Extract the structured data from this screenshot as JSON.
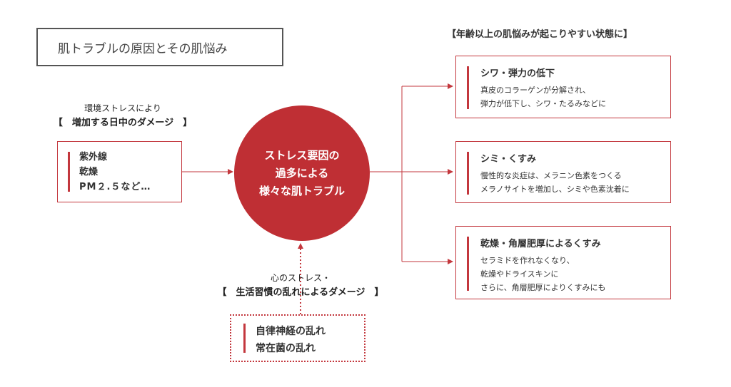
{
  "title": "肌トラブルの原因とその肌悩み",
  "center": {
    "lines": [
      "ストレス要因の",
      "過多による",
      "様々な肌トラブル"
    ]
  },
  "left": {
    "caption_top": "環境ストレスにより",
    "caption_bracket": "【　増加する日中のダメージ　】",
    "items": [
      "紫外線",
      "乾燥",
      "PM２.５など…"
    ]
  },
  "bottom": {
    "caption_top": "心のストレス・",
    "caption_bracket": "【　生活習慣の乱れによるダメージ　】",
    "items": [
      "自律神経の乱れ",
      "常在菌の乱れ"
    ]
  },
  "right": {
    "heading": "【年齢以上の肌悩みが起こりやすい状態に】",
    "boxes": [
      {
        "title": "シワ・弾力の低下",
        "desc": [
          "真皮のコラーゲンが分解され、",
          "弾力が低下し、シワ・たるみなどに"
        ]
      },
      {
        "title": "シミ・くすみ",
        "desc": [
          "慢性的な炎症は、メラニン色素をつくる",
          "メラノサイトを増加し、シミや色素沈着に"
        ]
      },
      {
        "title": "乾燥・角層肥厚によるくすみ",
        "desc": [
          "セラミドを作れなくなり、",
          "乾燥やドライスキンに",
          "さらに、角層肥厚によりくすみにも"
        ]
      }
    ]
  },
  "colors": {
    "accent": "#c3373d",
    "circle": "#bf2f34"
  }
}
